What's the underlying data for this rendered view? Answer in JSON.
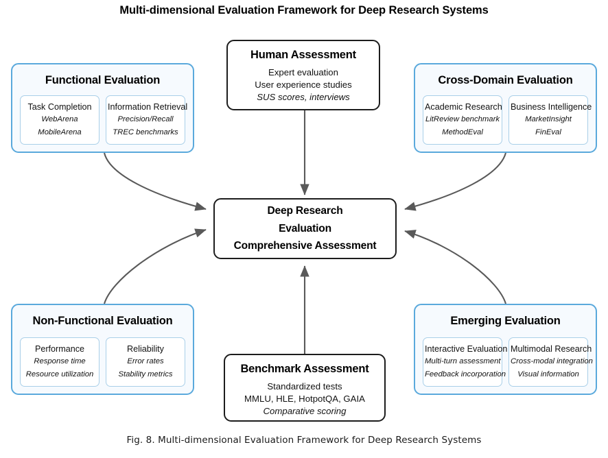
{
  "figure": {
    "title": "Multi-dimensional Evaluation Framework for Deep Research Systems",
    "caption": "Fig. 8.  Multi-dimensional Evaluation Framework for Deep Research Systems"
  },
  "colors": {
    "group_border": "#5aa9dc",
    "group_fill": "#f6fafe",
    "subcard_border": "#a9cfe8",
    "plain_border": "#1c1c1c",
    "arrow": "#595959",
    "text": "#000000"
  },
  "center": {
    "lines": [
      "Deep Research",
      "Evaluation",
      "Comprehensive Assessment"
    ]
  },
  "nodes": {
    "human_assessment": {
      "title": "Human Assessment",
      "lines": [
        {
          "text": "Expert evaluation",
          "italic": false
        },
        {
          "text": "User experience studies",
          "italic": false
        },
        {
          "text": "SUS scores, interviews",
          "italic": true
        }
      ]
    },
    "benchmark_assessment": {
      "title": "Benchmark Assessment",
      "lines": [
        {
          "text": "Standardized tests",
          "italic": false
        },
        {
          "text": "MMLU, HLE, HotpotQA, GAIA",
          "italic": false
        },
        {
          "text": "Comparative scoring",
          "italic": true
        }
      ]
    },
    "functional": {
      "title": "Functional Evaluation",
      "subcards": [
        {
          "title": "Task Completion",
          "items": [
            "WebArena",
            "MobileArena"
          ]
        },
        {
          "title": "Information Retrieval",
          "items": [
            "Precision/Recall",
            "TREC benchmarks"
          ]
        }
      ]
    },
    "cross_domain": {
      "title": "Cross-Domain Evaluation",
      "subcards": [
        {
          "title": "Academic Research",
          "items": [
            "LitReview benchmark",
            "MethodEval"
          ]
        },
        {
          "title": "Business Intelligence",
          "items": [
            "MarketInsight",
            "FinEval"
          ]
        }
      ]
    },
    "non_functional": {
      "title": "Non-Functional Evaluation",
      "subcards": [
        {
          "title": "Performance",
          "items": [
            "Response time",
            "Resource utilization"
          ]
        },
        {
          "title": "Reliability",
          "items": [
            "Error rates",
            "Stability metrics"
          ]
        }
      ]
    },
    "emerging": {
      "title": "Emerging Evaluation",
      "subcards": [
        {
          "title": "Interactive Evaluation",
          "items": [
            "Multi-turn assessment",
            "Feedback incorporation"
          ]
        },
        {
          "title": "Multimodal Research",
          "items": [
            "Cross-modal integration",
            "Visual information"
          ]
        }
      ]
    }
  }
}
